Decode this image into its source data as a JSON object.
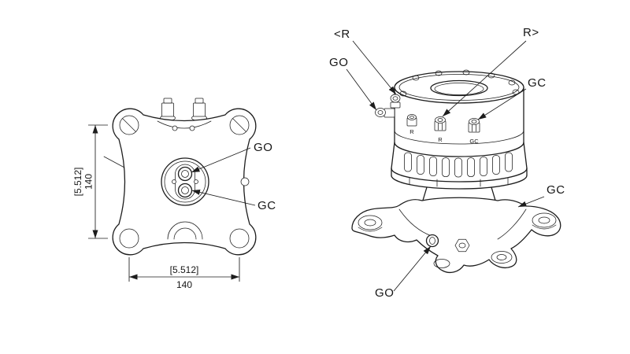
{
  "colors": {
    "line": "#1d1d1d",
    "background": "#ffffff"
  },
  "left_view": {
    "label_go": "GO",
    "label_gc": "GC",
    "dim_vertical": {
      "bracket": "[5.512]",
      "value": "140"
    },
    "dim_horizontal": {
      "bracket": "[5.512]",
      "value": "140"
    }
  },
  "right_view": {
    "label_r_left": "<R",
    "label_r_right": "R>",
    "label_go_top": "GO",
    "label_gc_top": "GC",
    "label_gc_side": "GC",
    "label_go_bottom": "GO",
    "mark_r1": "R",
    "mark_r2": "R",
    "mark_gc": "GC"
  }
}
